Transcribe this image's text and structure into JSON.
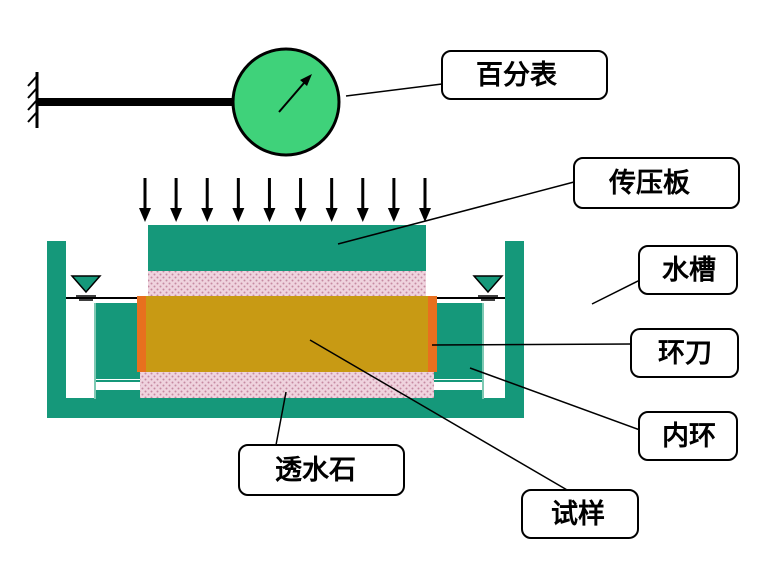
{
  "labels": {
    "dial_gauge": "百分表",
    "loading_plate": "传压板",
    "water_tank": "水槽",
    "ring_knife": "环刀",
    "inner_ring": "内环",
    "porous_stone": "透水石",
    "sample": "试样"
  },
  "colors": {
    "tank_green": "#15987a",
    "sample_ochre": "#c89a14",
    "porous_pink": "#e8bfd0",
    "ring_orange": "#e8701e",
    "dial_green": "#3fd27a",
    "line_black": "#000000"
  },
  "load_arrow_count": 10
}
